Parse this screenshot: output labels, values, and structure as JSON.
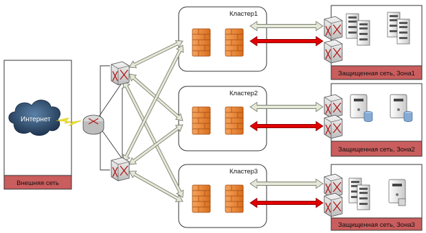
{
  "external": {
    "label": "Внешняя сеть"
  },
  "internet": {
    "label": "Интернет"
  },
  "clusters": [
    {
      "label": "Кластер1"
    },
    {
      "label": "Кластер2"
    },
    {
      "label": "Кластер3"
    }
  ],
  "zones": [
    {
      "label": "Защищенная сеть, Зона1"
    },
    {
      "label": "Защищенная сеть, Зона2"
    },
    {
      "label": "Защищенная сеть, Зона3"
    }
  ],
  "colors": {
    "band": "#ca5d5d",
    "red_arrow": "#e00000",
    "light_arrow": "#e4e8d8",
    "firewall": "#e8852a",
    "router": "#d7d7d7",
    "cloud": "#2a4a6e",
    "bolt": "#f0e030"
  }
}
